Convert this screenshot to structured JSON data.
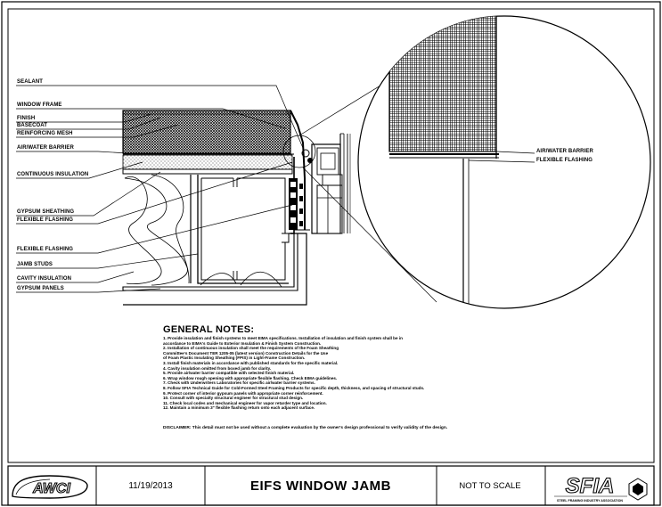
{
  "callouts": [
    {
      "key": "sealant",
      "text": "SEALANT"
    },
    {
      "key": "window-frame",
      "text": "WINDOW FRAME"
    },
    {
      "key": "finish",
      "text": "FINISH"
    },
    {
      "key": "basecoat",
      "text": "BASECOAT"
    },
    {
      "key": "reinforcing-mesh",
      "text": "REINFORCING MESH"
    },
    {
      "key": "air-water-barrier",
      "text": "AIR/WATER BARRIER"
    },
    {
      "key": "continuous-insulation",
      "text": "CONTINUOUS INSULATION"
    },
    {
      "key": "gypsum-sheathing",
      "text": "GYPSUM SHEATHING"
    },
    {
      "key": "flexible-flashing",
      "text": "FLEXIBLE FLASHING"
    },
    {
      "key": "flexible-flashing-2",
      "text": "FLEXIBLE FLASHING"
    },
    {
      "key": "jamb-studs",
      "text": "JAMB STUDS"
    },
    {
      "key": "cavity-insulation",
      "text": "CAVITY INSULATION"
    },
    {
      "key": "gypsum-panels",
      "text": "GYPSUM PANELS"
    }
  ],
  "detail_callouts": [
    {
      "key": "detail-air-water-barrier",
      "text": "AIR/WATER BARRIER"
    },
    {
      "key": "detail-flexible-flashing",
      "text": "FLEXIBLE FLASHING"
    }
  ],
  "notes": {
    "title": "GENERAL NOTES:",
    "items": [
      "1.  Provide insulation and finish systems to meet EIMA specifications.  Installation of insulation and finish system shall be in",
      "     accordance to EIMA's Guide to Exterior Insulation & Finish System Construction.",
      "2.  Installation of continuous insulation shall meet the requirements of the Foam Sheathing",
      "     Committee's Document TER 1205-05 (latest version) Construction Details for the Use",
      "     of Foam Plastic Insulating Sheathing (FPIS) in Light-Frame Construction.",
      "3.  Install finish materials in accordance with published standards for the specific material.",
      "4.  Cavity insulation omitted from boxed jamb for clarity.",
      "5.  Provide air/water barrier compatible with selected finish material.",
      "6.  Wrap window rough opening with appropriate flexible flashing. Check EIMA guidelines.",
      "7.  Check with Underwriters Laboratories for specific air/water barrier systems.",
      "8.  Follow SFIA Technical Guide for Cold-Formed Steel Framing Products for specific depth, thickness, and spacing of structural studs.",
      "9.  Protect corner of interior gypsum panels with appropriate corner reinforcement.",
      "10.  Consult with specialty structural engineer for structural stud design.",
      "11.  Check local codes and mechanical engineer for vapor retarder type and location.",
      "12.  Maintain a minimum 3\" flexible flashing return onto each adjacent surface."
    ],
    "disclaimer": "DISCLAIMER: This detail must not be used without a complete evaluation by the owner's design professional to verify validity of the design."
  },
  "title_block": {
    "logo_left_text": "AWCI",
    "date": "11/19/2013",
    "title": "EIFS WINDOW JAMB",
    "scale": "NOT TO SCALE",
    "logo_right_text": "SFIA",
    "logo_right_subtext": "STEEL FRAMING INDUSTRY ASSOCIATION"
  }
}
